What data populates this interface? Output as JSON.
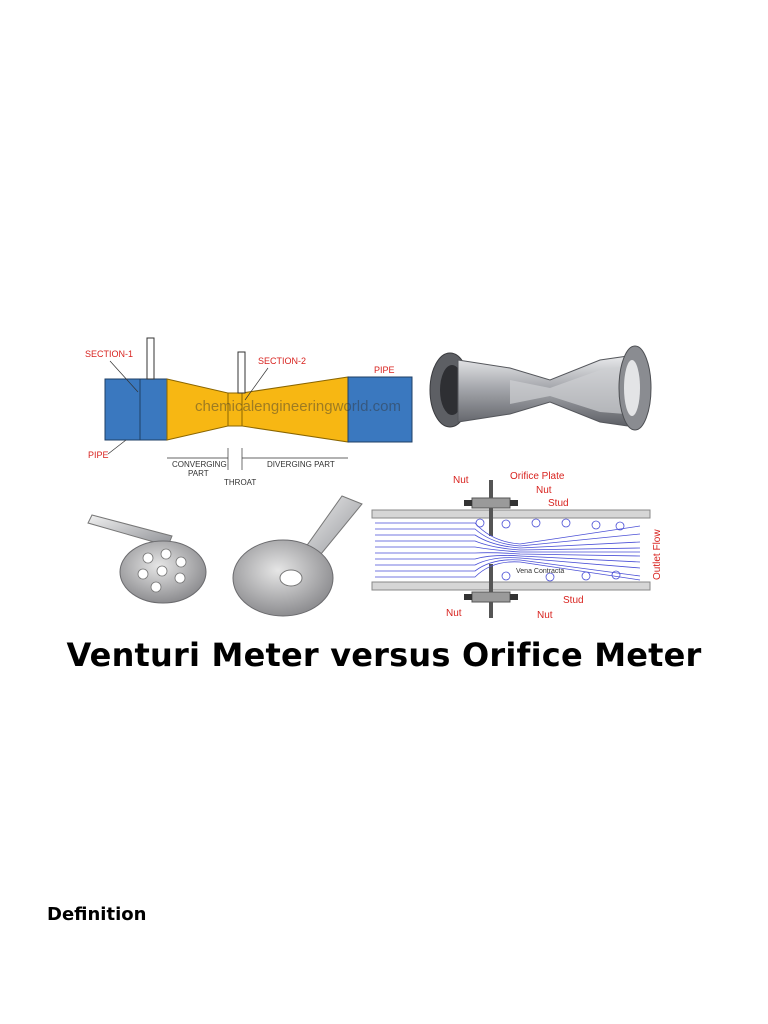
{
  "figure": {
    "venturi": {
      "section1": "SECTION-1",
      "section2": "SECTION-2",
      "pipe_right": "PIPE",
      "pipe_left": "PIPE",
      "converging_1": "CONVERGING",
      "converging_2": "PART",
      "throat": "THROAT",
      "diverging": "DIVERGING PART",
      "watermark": "chemicalengineeringworld.com"
    },
    "orifice": {
      "nut_top_left": "Nut",
      "orifice_plate": "Orifice Plate",
      "nut_top_right": "Nut",
      "stud_top": "Stud",
      "vena_contracta": "Vena Contracta",
      "outlet_flow": "Outlet Flow",
      "stud_bottom": "Stud",
      "nut_bottom_left": "Nut",
      "nut_bottom_right": "Nut"
    },
    "colors": {
      "pipe_blue": "#3a78bf",
      "cone_yellow": "#f7b713",
      "label_red": "#d8231f",
      "flow_lines": "#4a4fd6"
    }
  },
  "title": "Venturi Meter versus Orifice Meter",
  "section_heading": "Definition"
}
